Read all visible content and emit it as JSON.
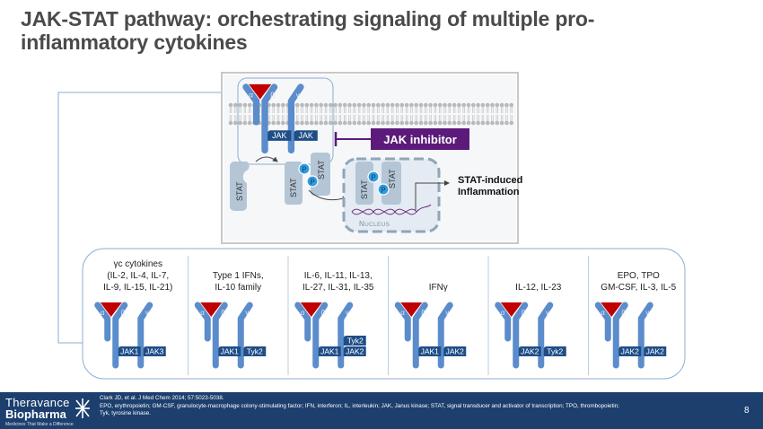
{
  "title": "JAK-STAT pathway: orchestrating signaling of multiple pro-inflammatory cytokines",
  "colors": {
    "title_text": "#4a4a4a",
    "receptor_blue": "#5b8ccb",
    "jak_dark_blue": "#1f4e87",
    "ligand_red": "#c00000",
    "inhibitor_purple": "#5c1a7a",
    "stat_gray": "#b4c6d6",
    "phospho_blue": "#2d9de0",
    "footer_bg": "#1c3f6e",
    "outline_blue": "#8cadd3"
  },
  "pathway": {
    "receptor_subunits": [
      "α",
      "β",
      "γ"
    ],
    "jak_labels": [
      "JAK",
      "JAK"
    ],
    "inhibitor_label": "JAK inhibitor",
    "stat_label": "STAT",
    "phospho_label": "P",
    "nucleus_label": "Nucleus",
    "outcome_line1": "STAT-induced",
    "outcome_line2": "Inflammation"
  },
  "cytokine_groups": [
    {
      "lines": [
        "γc cytokines",
        "(IL-2, IL-4, IL-7,",
        "IL-9, IL-15, IL-21)"
      ],
      "jaks": [
        "JAK1",
        "JAK3"
      ],
      "extra_jak": null
    },
    {
      "lines": [
        "Type 1 IFNs,",
        "IL-10 family"
      ],
      "jaks": [
        "JAK1",
        "Tyk2"
      ],
      "extra_jak": null
    },
    {
      "lines": [
        "IL-6, IL-11, IL-13,",
        "IL-27, IL-31, IL-35"
      ],
      "jaks": [
        "JAK1",
        "JAK2"
      ],
      "extra_jak": "Tyk2"
    },
    {
      "lines": [
        "IFNγ"
      ],
      "jaks": [
        "JAK1",
        "JAK2"
      ],
      "extra_jak": null
    },
    {
      "lines": [
        "IL-12, IL-23"
      ],
      "jaks": [
        "JAK2",
        "Tyk2"
      ],
      "extra_jak": null
    },
    {
      "lines": [
        "EPO, TPO",
        "GM-CSF, IL-3, IL-5"
      ],
      "jaks": [
        "JAK2",
        "JAK2"
      ],
      "extra_jak": null
    }
  ],
  "footer": {
    "logo_line1": "Theravance",
    "logo_line2": "Biopharma",
    "logo_tagline": "Medicines That Make a Difference",
    "reference": "Clark JD, et al. J Med Chem 2014; 57:5023-5038.",
    "abbreviations": "EPO, erythropoietin; GM-CSF, granulocyte-macrophage colony-stimulating factor; IFN, interferon; IL, interleukin; JAK, Janus kinase; STAT, signal transducer and activator of transcription; TPO, thrombopoietin;",
    "abbreviations_2": "Tyk, tyrosine kinase.",
    "page_number": "8"
  }
}
